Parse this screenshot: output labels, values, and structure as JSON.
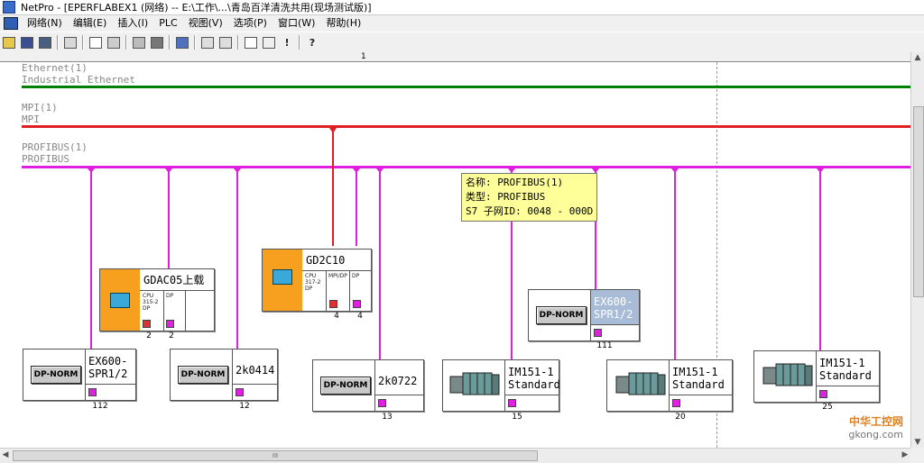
{
  "window": {
    "title": "NetPro - [EPERFLABEX1 (网络) -- E:\\工作\\...\\青岛百洋清洗共用(现场测试版)]"
  },
  "menu": [
    "网络(N)",
    "编辑(E)",
    "插入(I)",
    "PLC",
    "视图(V)",
    "选项(P)",
    "窗口(W)",
    "帮助(H)"
  ],
  "toolbar": {
    "icons": [
      "open-icon",
      "save-icon",
      "save-compile-icon",
      "print-icon",
      "copy-icon",
      "paste-icon",
      "download-icon",
      "upload-icon",
      "configure-icon",
      "network-view-icon",
      "filter-icon",
      "properties-icon",
      "display-icon",
      "consistency-check-icon",
      "help-icon"
    ],
    "exclaim": "!",
    "help": "?"
  },
  "ruler": {
    "marker": "1"
  },
  "networks": [
    {
      "name": "Ethernet(1)",
      "type": "Industrial Ethernet",
      "color": "#008000"
    },
    {
      "name": "MPI(1)",
      "type": "MPI",
      "color": "#e02020"
    },
    {
      "name": "PROFIBUS(1)",
      "type": "PROFIBUS",
      "color": "#e020e0"
    }
  ],
  "tooltip": {
    "line1": "名称: PROFIBUS(1)",
    "line2": "类型: PROFIBUS",
    "line3": "S7 子网ID: 0048 - 000D"
  },
  "stations": {
    "gdac05": {
      "name": "GDAC05上载",
      "cpu": "CPU 315-2 DP",
      "slot": "DP",
      "addr1": "2",
      "addr2": "2"
    },
    "gd2c10": {
      "name": "GD2C10",
      "cpu": "CPU 317-2 DP",
      "slot1": "MPI/DP",
      "slot2": "DP",
      "addr1": "4",
      "addr2": "4"
    }
  },
  "slaves": {
    "ex600_112": {
      "line1": "EX600-",
      "line2": "SPR1/2",
      "badge": "DP-NORM",
      "addr": "112"
    },
    "k0414": {
      "line1": "2k0414",
      "badge": "DP-NORM",
      "addr": "12"
    },
    "k0722": {
      "line1": "2k0722",
      "badge": "DP-NORM",
      "addr": "13"
    },
    "ex600_111": {
      "line1": "EX600-",
      "line2": "SPR1/2",
      "badge": "DP-NORM",
      "addr": "111"
    },
    "im151_15": {
      "line1": "IM151-1",
      "line2": "Standard",
      "addr": "15"
    },
    "im151_20": {
      "line1": "IM151-1",
      "line2": "Standard",
      "addr": "20"
    },
    "im151_25": {
      "line1": "IM151-1",
      "line2": "Standard",
      "addr": "25"
    }
  },
  "scroll": {
    "h_grip": "III"
  },
  "watermark": {
    "main": "中华工控网",
    "url": "gkong.com"
  }
}
